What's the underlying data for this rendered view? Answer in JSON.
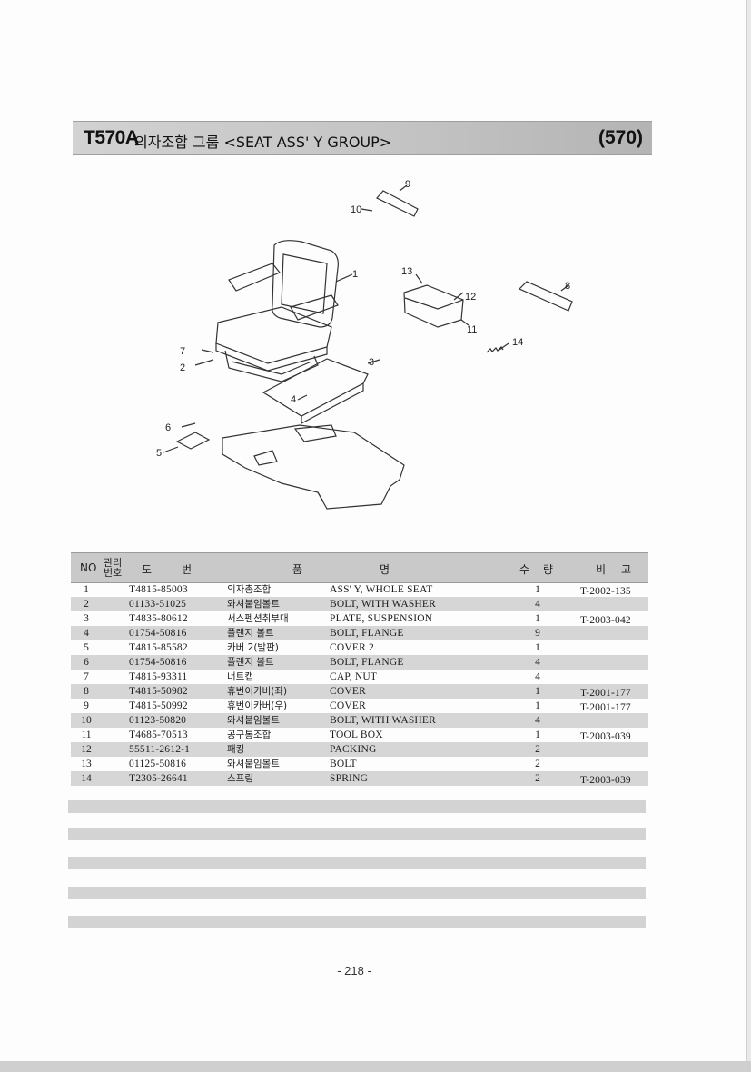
{
  "header": {
    "code": "T570A",
    "title": "의자조합 그룹 <SEAT ASS' Y GROUP>",
    "group_number": "(570)"
  },
  "diagram": {
    "callouts": [
      "1",
      "2",
      "3",
      "4",
      "5",
      "6",
      "7",
      "8",
      "9",
      "10",
      "11",
      "12",
      "13",
      "14"
    ]
  },
  "table": {
    "headers": {
      "no": "NO",
      "mgmt_no_top": "관리",
      "mgmt_no_bottom": "번호",
      "drawing_no_1": "도",
      "drawing_no_2": "번",
      "name_1": "품",
      "name_2": "명",
      "qty_1": "수",
      "qty_2": "량",
      "remark_1": "비",
      "remark_2": "고"
    },
    "rows": [
      {
        "no": "1",
        "part": "T4815-85003",
        "kr": "의자총조합",
        "en": "ASS' Y, WHOLE SEAT",
        "qty": "1",
        "remark": "T-2002-135"
      },
      {
        "no": "2",
        "part": "01133-51025",
        "kr": "와셔붙임볼트",
        "en": "BOLT, WITH WASHER",
        "qty": "4",
        "remark": ""
      },
      {
        "no": "3",
        "part": "T4835-80612",
        "kr": "서스펜션취부대",
        "en": "PLATE, SUSPENSION",
        "qty": "1",
        "remark": "T-2003-042"
      },
      {
        "no": "4",
        "part": "01754-50816",
        "kr": "플랜지 볼트",
        "en": "BOLT, FLANGE",
        "qty": "9",
        "remark": ""
      },
      {
        "no": "5",
        "part": "T4815-85582",
        "kr": "카버 2(발판)",
        "en": "COVER 2",
        "qty": "1",
        "remark": ""
      },
      {
        "no": "6",
        "part": "01754-50816",
        "kr": "플랜지 볼트",
        "en": "BOLT, FLANGE",
        "qty": "4",
        "remark": ""
      },
      {
        "no": "7",
        "part": "T4815-93311",
        "kr": "너트캡",
        "en": "CAP, NUT",
        "qty": "4",
        "remark": ""
      },
      {
        "no": "8",
        "part": "T4815-50982",
        "kr": "휴번이카버(좌)",
        "en": "COVER",
        "qty": "1",
        "remark": "T-2001-177"
      },
      {
        "no": "9",
        "part": "T4815-50992",
        "kr": "휴번이카버(우)",
        "en": "COVER",
        "qty": "1",
        "remark": "T-2001-177"
      },
      {
        "no": "10",
        "part": "01123-50820",
        "kr": "와셔붙임볼트",
        "en": "BOLT, WITH WASHER",
        "qty": "4",
        "remark": ""
      },
      {
        "no": "11",
        "part": "T4685-70513",
        "kr": "공구통조합",
        "en": "TOOL BOX",
        "qty": "1",
        "remark": "T-2003-039"
      },
      {
        "no": "12",
        "part": "55511-2612-1",
        "kr": "패킹",
        "en": "PACKING",
        "qty": "2",
        "remark": ""
      },
      {
        "no": "13",
        "part": "01125-50816",
        "kr": "와셔붙임볼트",
        "en": "BOLT",
        "qty": "2",
        "remark": ""
      },
      {
        "no": "14",
        "part": "T2305-26641",
        "kr": "스프링",
        "en": "SPRING",
        "qty": "2",
        "remark": "T-2003-039"
      }
    ]
  },
  "footer": {
    "page_number": "- 218 -"
  }
}
